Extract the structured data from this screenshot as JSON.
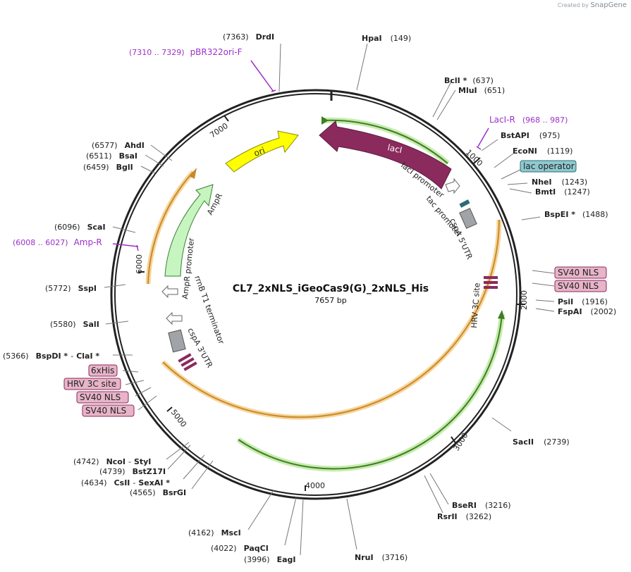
{
  "brand": {
    "prefix": "Created by",
    "name": "SnapGene"
  },
  "plasmid": {
    "name": "CL7_2xNLS_iGeoCas9(G)_2xNLS_His",
    "length_label": "7657 bp",
    "length": 7657
  },
  "ticks": [
    {
      "label": "1000",
      "pos": 1000
    },
    {
      "label": "2000",
      "pos": 2000
    },
    {
      "label": "3000",
      "pos": 3000
    },
    {
      "label": "4000",
      "pos": 4000
    },
    {
      "label": "5000",
      "pos": 5000
    },
    {
      "label": "6000",
      "pos": 6000
    },
    {
      "label": "7000",
      "pos": 7000
    }
  ],
  "enzymes": [
    {
      "name": "HpaI",
      "pos": "(149)"
    },
    {
      "name": "BclI *",
      "pos": "(637)"
    },
    {
      "name": "MluI",
      "pos": "(651)"
    },
    {
      "name": "BstAPI",
      "pos": "(975)"
    },
    {
      "name": "EcoNI",
      "pos": "(1119)"
    },
    {
      "name": "NheI",
      "pos": "(1243)"
    },
    {
      "name": "BmtI",
      "pos": "(1247)"
    },
    {
      "name": "BspEI *",
      "pos": "(1488)"
    },
    {
      "name": "PsiI",
      "pos": "(1916)"
    },
    {
      "name": "FspAI",
      "pos": "(2002)"
    },
    {
      "name": "SacII",
      "pos": "(2739)"
    },
    {
      "name": "BseRI",
      "pos": "(3216)"
    },
    {
      "name": "RsrII",
      "pos": "(3262)"
    },
    {
      "name": "NruI",
      "pos": "(3716)"
    },
    {
      "name": "EagI",
      "pos": "(3996)"
    },
    {
      "name": "PaqCI",
      "pos": "(4022)"
    },
    {
      "name": "MscI",
      "pos": "(4162)"
    },
    {
      "name": "BsrGI",
      "pos": "(4565)"
    },
    {
      "name": "CsII",
      "pos": "(4634)",
      "pair": "SexAI *"
    },
    {
      "name": "BstZ17I",
      "pos": "(4739)"
    },
    {
      "name": "NcoI",
      "pos": "(4742)",
      "pair": "StyI"
    },
    {
      "name": "BspDI *",
      "pos": "(5366)",
      "pair": "ClaI *"
    },
    {
      "name": "SalI",
      "pos": "(5580)"
    },
    {
      "name": "SspI",
      "pos": "(5772)"
    },
    {
      "name": "ScaI",
      "pos": "(6096)"
    },
    {
      "name": "BglI",
      "pos": "(6459)"
    },
    {
      "name": "BsaI",
      "pos": "(6511)"
    },
    {
      "name": "AhdI",
      "pos": "(6577)"
    },
    {
      "name": "DrdI",
      "pos": "(7363)"
    }
  ],
  "primers": [
    {
      "name": "pBR322ori-F",
      "range": "(7310 .. 7329)"
    },
    {
      "name": "LacI-R",
      "range": "(968 .. 987)"
    },
    {
      "name": "Amp-R",
      "range": "(6008 .. 6027)"
    }
  ],
  "features": {
    "ori": "ori",
    "lacI": "lacI",
    "ampr": "AmpR",
    "lacI_promoter": "lacI promoter",
    "tac_promoter": "tac promoter",
    "cspA5": "cspA 5'UTR",
    "hrv3c_inner": "HRV 3C site",
    "ampr_promoter": "AmpR promoter",
    "rrnb": "rrnB T1 terminator",
    "cspA3": "cspA 3'UTR"
  },
  "boxed_labels": [
    {
      "text": "lac operator",
      "kind": "operator"
    },
    {
      "text": "SV40 NLS",
      "kind": "tag"
    },
    {
      "text": "SV40 NLS",
      "kind": "tag"
    },
    {
      "text": "6xHis",
      "kind": "tag"
    },
    {
      "text": "HRV 3C site",
      "kind": "tag"
    },
    {
      "text": "SV40 NLS",
      "kind": "tag"
    },
    {
      "text": "SV40 NLS",
      "kind": "tag"
    }
  ],
  "colors": {
    "backbone": "#222222",
    "ori": "#ffff00",
    "lacI": "#8b2a5d",
    "ampr": "#c6f5c0",
    "cds_green": "#8fd45a",
    "cds_orange": "#f0a830",
    "primer": "#9b30c9",
    "tag": "#e7b4c8",
    "tag_border": "#8b2a5d",
    "operator": "#8fc9cf",
    "operator_border": "#2a6c76",
    "utr": "#a0a4a8"
  }
}
